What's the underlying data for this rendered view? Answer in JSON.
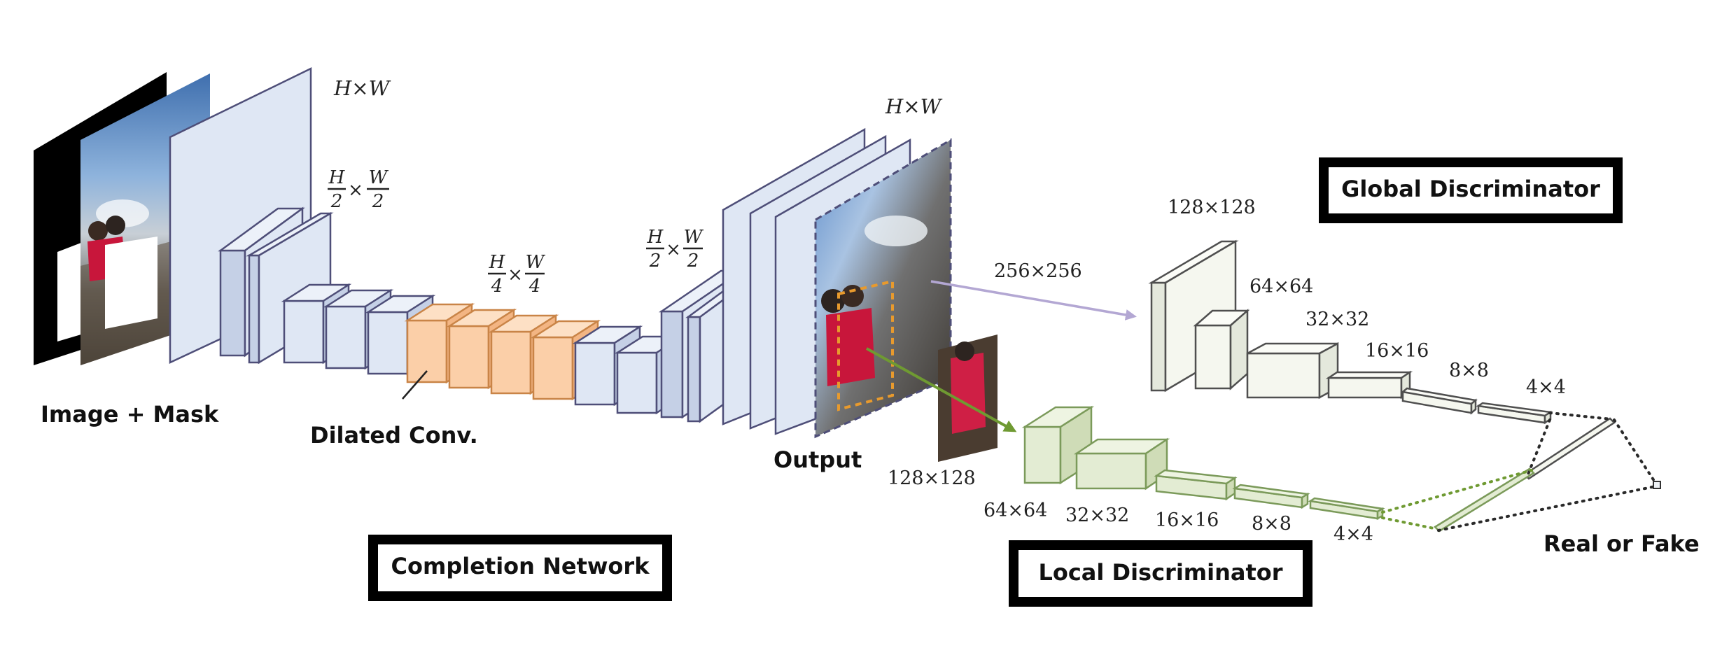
{
  "labels": {
    "input": "Image + Mask",
    "dilated": "Dilated Conv.",
    "output": "Output",
    "crop_size": "128×128",
    "global_input_size": "256×256",
    "real_or_fake": "Real or Fake"
  },
  "network_titles": {
    "completion": "Completion Network",
    "global": "Global Discriminator",
    "local": "Local Discriminator"
  },
  "completion_dims": {
    "hw_top": "H×W",
    "hw_output": "H×W",
    "half": {
      "num": "H",
      "num2": "W",
      "den": "2"
    },
    "quarter": {
      "num": "H",
      "num2": "W",
      "den": "4"
    }
  },
  "global_dims": [
    "128×128",
    "64×64",
    "32×32",
    "16×16",
    "8×8",
    "4×4"
  ],
  "local_dims": [
    "64×64",
    "32×32",
    "16×16",
    "8×8",
    "4×4"
  ],
  "colors": {
    "completion_layer": "#dfe7f4",
    "dilated_layer": "#fbcfa8",
    "global_layer": "#f5f7ef",
    "local_layer": "#e3ecd3",
    "global_arrow": "#b3a7d3",
    "local_arrow": "#6f9a32"
  },
  "icons": [
    "mask-image",
    "input-photo",
    "output-photo",
    "cropped-photo"
  ]
}
